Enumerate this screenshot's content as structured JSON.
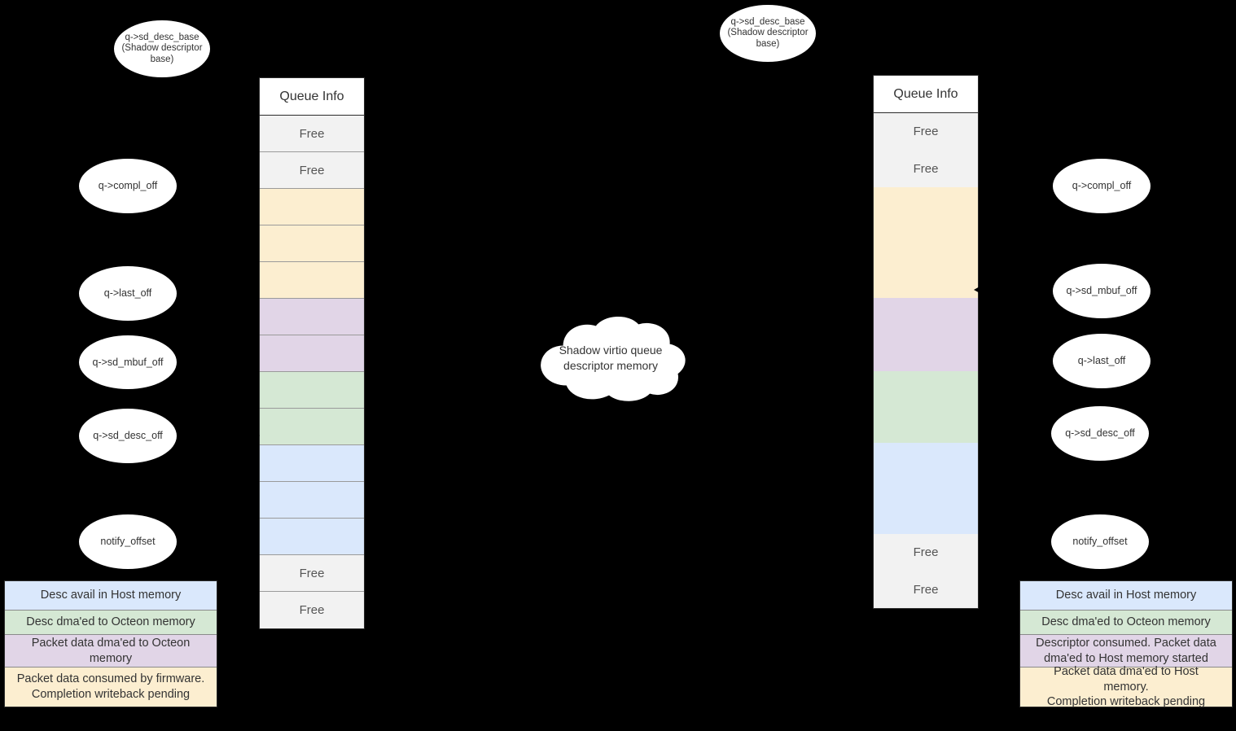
{
  "colors": {
    "free": "#f2f2f2",
    "yellow": "#fceed0",
    "purple": "#e1d5e7",
    "green": "#d5e8d4",
    "blue": "#dae8fc",
    "white": "#ffffff",
    "background": "#000000",
    "border": "#2b2b2b",
    "text": "#333333"
  },
  "left": {
    "base_ellipse": "q->sd_desc_base\n(Shadow descriptor\nbase)",
    "pointers": [
      {
        "label": "q->compl_off"
      },
      {
        "label": "q->last_off"
      },
      {
        "label": "q->sd_mbuf_off"
      },
      {
        "label": "q->sd_desc_off"
      },
      {
        "label": "notify_offset"
      }
    ],
    "table": {
      "header": "Queue Info",
      "rows": [
        {
          "label": "Free",
          "color": "free",
          "divider": true
        },
        {
          "label": "Free",
          "color": "free",
          "divider": true
        },
        {
          "label": "",
          "color": "yellow",
          "divider": true
        },
        {
          "label": "",
          "color": "yellow",
          "divider": true
        },
        {
          "label": "",
          "color": "yellow",
          "divider": true
        },
        {
          "label": "",
          "color": "purple",
          "divider": true
        },
        {
          "label": "",
          "color": "purple",
          "divider": true
        },
        {
          "label": "",
          "color": "green",
          "divider": true
        },
        {
          "label": "",
          "color": "green",
          "divider": true
        },
        {
          "label": "",
          "color": "blue",
          "divider": true
        },
        {
          "label": "",
          "color": "blue",
          "divider": true
        },
        {
          "label": "",
          "color": "blue",
          "divider": true
        },
        {
          "label": "Free",
          "color": "free",
          "divider": true
        },
        {
          "label": "Free",
          "color": "free",
          "divider": false
        }
      ]
    },
    "legend": [
      {
        "text": "Desc avail in Host memory",
        "color": "blue"
      },
      {
        "text": "Desc dma'ed to Octeon memory",
        "color": "green"
      },
      {
        "text": "Packet data dma'ed to Octeon\nmemory",
        "color": "purple"
      },
      {
        "text": "Packet data consumed by firmware.\nCompletion writeback pending",
        "color": "yellow"
      }
    ]
  },
  "right": {
    "base_ellipse": "q->sd_desc_base\n(Shadow descriptor\nbase)",
    "pointers": [
      {
        "label": "q->compl_off"
      },
      {
        "label": "q->sd_mbuf_off"
      },
      {
        "label": "q->last_off"
      },
      {
        "label": "q->sd_desc_off"
      },
      {
        "label": "notify_offset"
      }
    ],
    "table": {
      "header": "Queue Info",
      "blocks": [
        {
          "label": "Free",
          "color": "free",
          "height": 45,
          "divider": false
        },
        {
          "label": "Free",
          "color": "free",
          "height": 46,
          "divider": false
        },
        {
          "label": "",
          "color": "yellow",
          "height": 136,
          "divider": false
        },
        {
          "label": "",
          "color": "purple",
          "height": 90,
          "divider": false
        },
        {
          "label": "",
          "color": "green",
          "height": 88,
          "divider": false
        },
        {
          "label": "",
          "color": "blue",
          "height": 112,
          "divider": false
        },
        {
          "label": "Free",
          "color": "free",
          "height": 45,
          "divider": false
        },
        {
          "label": "Free",
          "color": "free",
          "height": 46,
          "divider": false
        }
      ]
    },
    "legend": [
      {
        "text": "Desc avail in Host memory",
        "color": "blue"
      },
      {
        "text": "Desc dma'ed to Octeon memory",
        "color": "green"
      },
      {
        "text": "Descriptor consumed. Packet data\ndma'ed to Host memory started",
        "color": "purple"
      },
      {
        "text": "Packet data dma'ed to Host\nmemory.\nCompletion writeback pending",
        "color": "yellow"
      }
    ]
  },
  "center": {
    "cloud_label_line1": "Shadow virtio queue",
    "cloud_label_line2": "descriptor memory"
  }
}
